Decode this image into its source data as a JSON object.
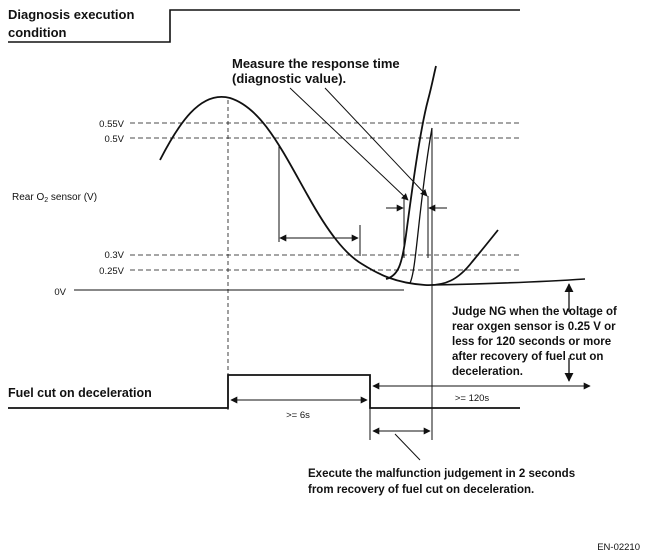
{
  "diagnosis_condition": {
    "line1": "Diagnosis execution",
    "line2": "condition"
  },
  "measure_note": {
    "line1": "Measure the response time",
    "line2": "(diagnostic value)."
  },
  "sensor_axis": {
    "label": "Rear O",
    "subscript": "2",
    "suffix": " sensor (V)",
    "ticks": [
      "0.55V",
      "0.5V",
      "0.3V",
      "0.25V",
      "0V"
    ]
  },
  "judge_note": {
    "line1": "Judge NG when the voltage of",
    "line2": "rear oxgen sensor is 0.25 V or",
    "line3": "less for 120 seconds or more",
    "line4": "after recovery of fuel cut on",
    "line5": "deceleration."
  },
  "fuel_cut": {
    "label": "Fuel cut on deceleration",
    "duration_min": ">= 6s",
    "judge_window": ">= 120s"
  },
  "execute_note": {
    "line1": "Execute the malfunction judgement  in 2 seconds",
    "line2": "from recovery of fuel cut on deceleration."
  },
  "figure_code": "EN-02210",
  "colors": {
    "ink": "#111111",
    "background": "#ffffff"
  }
}
